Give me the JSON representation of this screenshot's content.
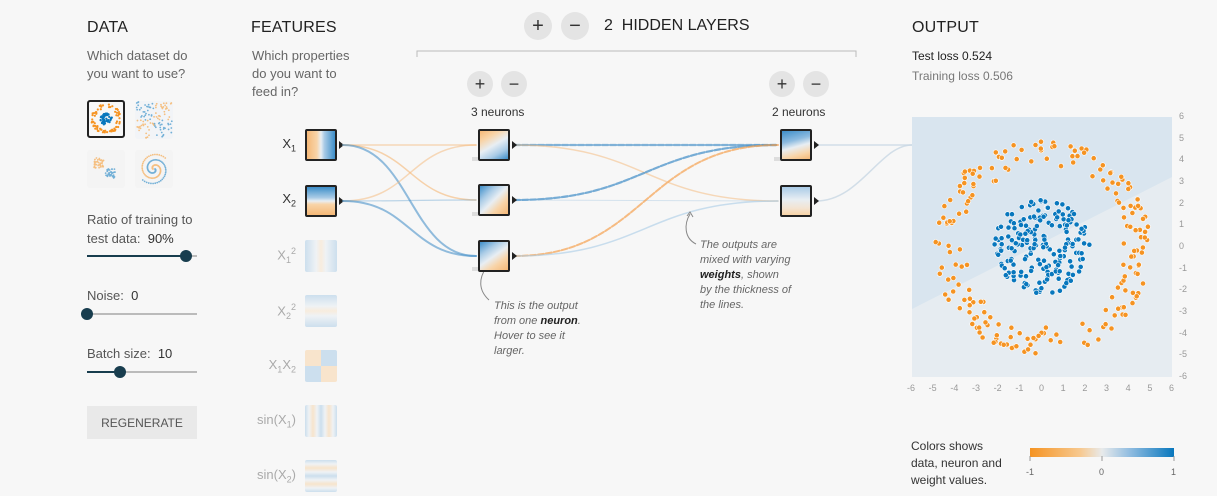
{
  "data_section": {
    "title": "DATA",
    "question_line1": "Which dataset do",
    "question_line2": "you want to use?",
    "ratio_label_line1": "Ratio of training to",
    "ratio_label_line2": "test data:",
    "ratio_value": "90%",
    "ratio_fraction": 0.9,
    "noise_label": "Noise:",
    "noise_value": "0",
    "noise_fraction": 0.0,
    "batch_label": "Batch size:",
    "batch_value": "10",
    "batch_fraction": 0.3,
    "regenerate_label": "REGENERATE"
  },
  "features_section": {
    "title": "FEATURES",
    "question_line1": "Which properties",
    "question_line2": "do you want to",
    "question_line3": "feed in?",
    "features": [
      {
        "base": "X",
        "sub": "1",
        "sup": "",
        "active": true
      },
      {
        "base": "X",
        "sub": "2",
        "sup": "",
        "active": true
      },
      {
        "base": "X",
        "sub": "1",
        "sup": "2",
        "active": false
      },
      {
        "base": "X",
        "sub": "2",
        "sup": "2",
        "active": false
      },
      {
        "base": "X",
        "sub": "1",
        "mid": "X",
        "sub2": "2",
        "active": false
      },
      {
        "base": "sin(X",
        "sub": "1",
        "tail": ")",
        "active": false
      },
      {
        "base": "sin(X",
        "sub": "2",
        "tail": ")",
        "active": false
      }
    ]
  },
  "network": {
    "add_layer": "+",
    "remove_layer": "−",
    "layer_count": "2",
    "layers_label": "HIDDEN LAYERS",
    "layer1_neurons": "3 neurons",
    "layer2_neurons": "2 neurons",
    "add_neuron": "+",
    "remove_neuron": "−",
    "annotation_neuron_1": "This is the output",
    "annotation_neuron_2_pre": "from one",
    "annotation_neuron_2_bold": "neuron",
    "annotation_neuron_2_post": ".",
    "annotation_neuron_3": "Hover to see it",
    "annotation_neuron_4": "larger.",
    "annotation_weights_1": "The outputs are",
    "annotation_weights_2": "mixed with varying",
    "annotation_weights_3_bold": "weights",
    "annotation_weights_3_post": ", shown",
    "annotation_weights_4": "by the thickness of",
    "annotation_weights_5": "the lines."
  },
  "output_section": {
    "title": "OUTPUT",
    "test_loss_label": "Test loss",
    "test_loss_value": "0.524",
    "training_loss_label": "Training loss",
    "training_loss_value": "0.506",
    "legend_line1": "Colors shows",
    "legend_line2": "data, neuron and",
    "legend_line3": "weight values.",
    "legend_min": "-1",
    "legend_mid": "0",
    "legend_max": "1"
  },
  "colors": {
    "orange": "#f59322",
    "blue": "#0877bd",
    "dark": "#183d4e"
  },
  "chart_data": {
    "type": "scatter",
    "title": "",
    "xlabel": "",
    "ylabel": "",
    "xlim": [
      -6,
      6
    ],
    "ylim": [
      -6,
      6
    ],
    "x_ticks": [
      "-6",
      "-5",
      "-4",
      "-3",
      "-2",
      "-1",
      "0",
      "1",
      "2",
      "3",
      "4",
      "5",
      "6"
    ],
    "y_ticks": [
      "6",
      "5",
      "4",
      "3",
      "2",
      "1",
      "0",
      "-1",
      "-2",
      "-3",
      "-4",
      "-5",
      "-6"
    ],
    "grid": false,
    "series": [
      {
        "class": "inner cluster",
        "color": "blue",
        "description": "points within radius ~2.2 of origin",
        "radius_range": [
          0,
          2.2
        ],
        "count": 200
      },
      {
        "class": "outer ring",
        "color": "orange",
        "description": "ring of points between radius ~3.5 and ~5",
        "radius_range": [
          3.5,
          5
        ],
        "count": 200
      }
    ]
  },
  "icons": {
    "dataset_circle": "circle-dataset-icon",
    "dataset_xor": "xor-dataset-icon",
    "dataset_gauss": "gaussian-dataset-icon",
    "dataset_spiral": "spiral-dataset-icon"
  }
}
